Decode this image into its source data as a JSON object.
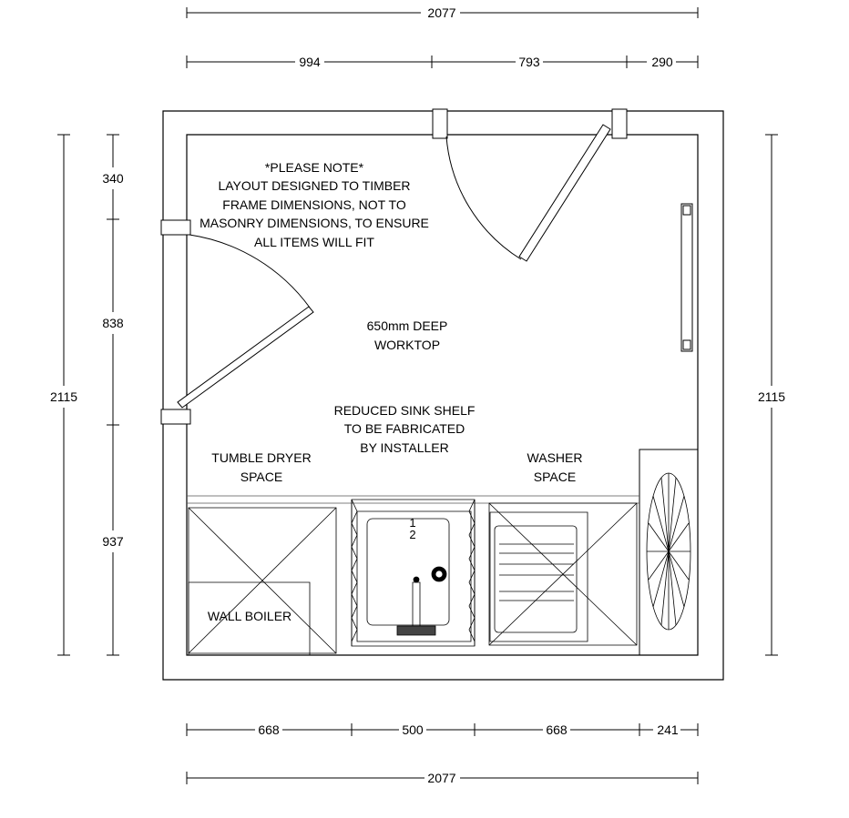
{
  "dimensions": {
    "top_overall": "2077",
    "top_segments": [
      "994",
      "793",
      "290"
    ],
    "bottom_segments": [
      "668",
      "500",
      "668",
      "241"
    ],
    "bottom_overall": "2077",
    "left_overall": "2115",
    "left_segments": [
      "340",
      "838",
      "937"
    ],
    "right_overall": "2115"
  },
  "note": {
    "lines": [
      "*PLEASE NOTE*",
      "LAYOUT DESIGNED TO TIMBER",
      "FRAME DIMENSIONS, NOT TO",
      "MASONRY DIMENSIONS, TO ENSURE",
      "ALL ITEMS WILL FIT"
    ]
  },
  "worktop": {
    "lines": [
      "650mm DEEP",
      "WORKTOP"
    ]
  },
  "sink_shelf": {
    "lines": [
      "REDUCED SINK SHELF",
      "TO BE FABRICATED",
      "BY INSTALLER"
    ]
  },
  "tumble_dryer": {
    "lines": [
      "TUMBLE DRYER",
      "SPACE"
    ]
  },
  "washer": {
    "lines": [
      "WASHER",
      "SPACE"
    ]
  },
  "wall_boiler": {
    "label": "WALL BOILER"
  },
  "sink_markers": [
    "1",
    "2"
  ]
}
